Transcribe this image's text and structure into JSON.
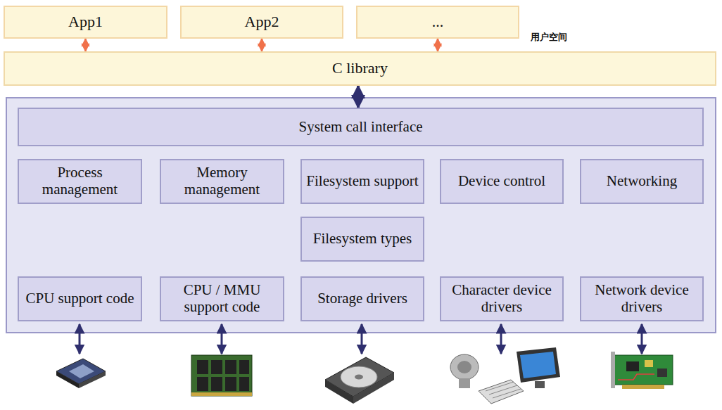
{
  "diagram": {
    "nodes": [
      {
        "text": [
          "App1"
        ]
      },
      {
        "text": [
          "App2"
        ]
      },
      {
        "text": [
          "..."
        ]
      },
      {
        "text": [
          "C library"
        ]
      },
      {
        "text": [
          "System call interface"
        ]
      },
      {
        "text": [
          "Process management"
        ]
      },
      {
        "text": [
          "Memory management"
        ]
      },
      {
        "text": [
          "Filesystem support"
        ]
      },
      {
        "text": [
          "Device control"
        ]
      },
      {
        "text": [
          "Networking"
        ]
      },
      {
        "text": [
          "Filesystem types"
        ]
      },
      {
        "text": [
          "CPU support code"
        ]
      },
      {
        "text": [
          "CPU / MMU support code"
        ]
      },
      {
        "text": [
          "Storage drivers"
        ]
      },
      {
        "text": [
          "Character device drivers"
        ]
      },
      {
        "text": [
          "Network device drivers"
        ]
      }
    ],
    "edges": [
      {
        "from": 0,
        "to": 3,
        "arrow": "both"
      },
      {
        "from": 1,
        "to": 3,
        "arrow": "both"
      },
      {
        "from": 2,
        "to": 3,
        "arrow": "both"
      },
      {
        "from": 3,
        "to": 4,
        "arrow": "both"
      }
    ],
    "labels": [
      "用户空间"
    ]
  }
}
